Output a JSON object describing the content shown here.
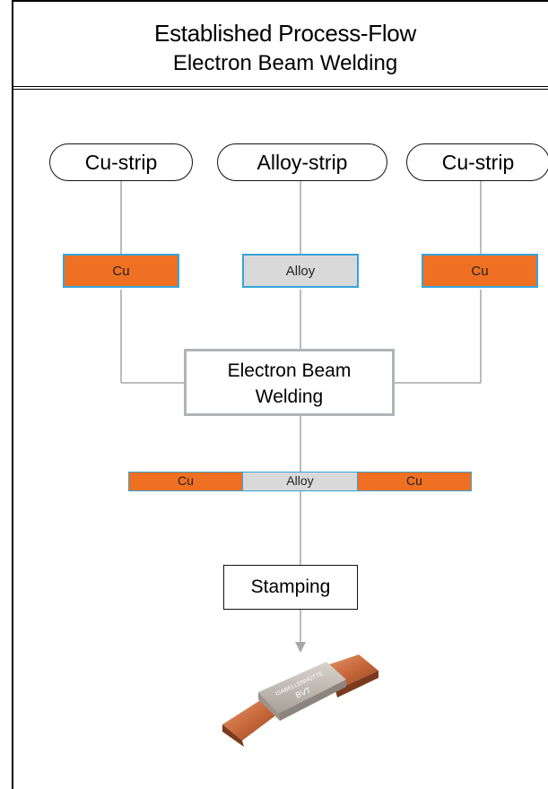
{
  "header": {
    "title": "Established Process-Flow",
    "subtitle": "Electron Beam Welding"
  },
  "inputs": [
    {
      "label": "Cu-strip"
    },
    {
      "label": "Alloy-strip"
    },
    {
      "label": "Cu-strip"
    }
  ],
  "materials": [
    {
      "label": "Cu"
    },
    {
      "label": "Alloy"
    },
    {
      "label": "Cu"
    }
  ],
  "process": {
    "welding_line1": "Electron Beam",
    "welding_line2": "Welding",
    "stamping": "Stamping"
  },
  "welded_strip": [
    {
      "label": "Cu"
    },
    {
      "label": "Alloy"
    },
    {
      "label": "Cu"
    }
  ],
  "product": {
    "brand_text": "ISABELLENHÜTTE",
    "type_text": "BVT"
  },
  "colors": {
    "copper": "#ef7022",
    "alloy": "#d9d9d9",
    "tile_border": "#35a4d8",
    "connector": "#a6a6a6"
  }
}
